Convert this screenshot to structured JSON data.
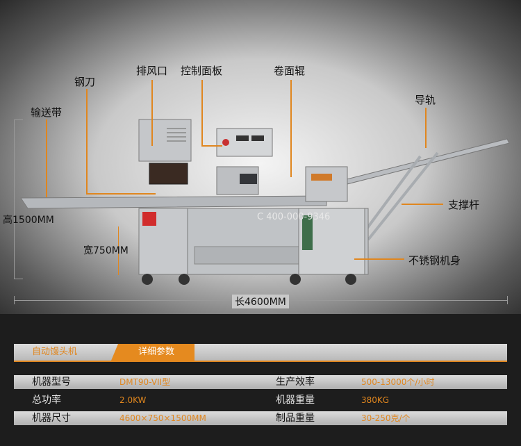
{
  "labels": {
    "conveyor": "输送带",
    "blade": "钢刀",
    "exhaust": "排风口",
    "control_panel": "控制面板",
    "roller": "卷面辊",
    "guide_rail": "导轨",
    "support_rod": "支撑杆",
    "stainless_body": "不锈钢机身"
  },
  "dimensions": {
    "height": "高1500MM",
    "width": "宽750MM",
    "length": "长4600MM"
  },
  "watermark": "C 400-000-9346",
  "colors": {
    "accent": "#e0861e",
    "dark_bg": "#1d1d1d"
  },
  "tabs": {
    "product": "自动馒头机",
    "details": "详细参数"
  },
  "specs": [
    {
      "k1": "机器型号",
      "v1": "DMT90-VII型",
      "k2": "生产效率",
      "v2": "500-13000个/小时"
    },
    {
      "k1": "总功率",
      "v1": "2.0KW",
      "k2": "机器重量",
      "v2": "380KG"
    },
    {
      "k1": "机器尺寸",
      "v1": "4600×750×1500MM",
      "k2": "制品重量",
      "v2": "30-250克/个"
    }
  ]
}
